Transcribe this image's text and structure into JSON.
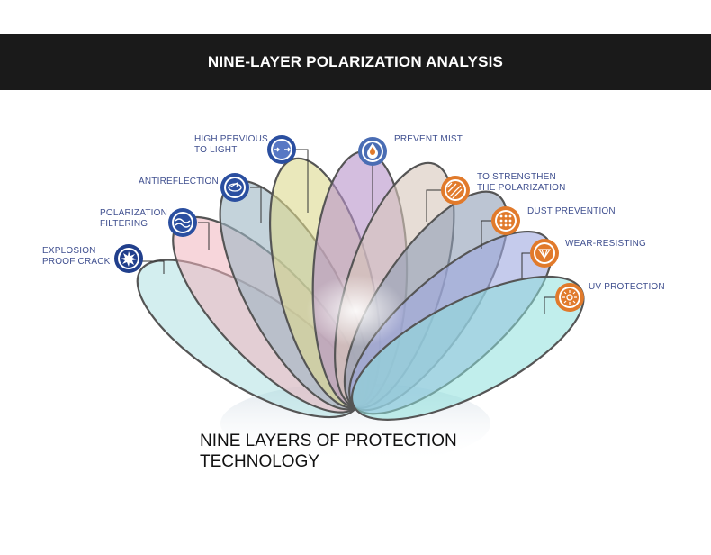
{
  "header": {
    "title": "NINE-LAYER POLARIZATION ANALYSIS"
  },
  "colors": {
    "banner": "#1a1a1a",
    "blue_icon": "#2b4fa0",
    "orange_icon": "#e17a2b",
    "label_text": "#3f4f8f"
  },
  "features_left": [
    {
      "label": "HIGH PERVIOUS\nTO LIGHT",
      "icon": "arrows-icon"
    },
    {
      "label": "ANTIREFLECTION",
      "icon": "reflect-icon"
    },
    {
      "label": "POLARIZATION\nFILTERING",
      "icon": "wave-icon"
    },
    {
      "label": "EXPLOSION\nPROOF CRACK",
      "icon": "burst-icon"
    }
  ],
  "features_mid": {
    "label": "PREVENT MIST",
    "icon": "droplet-icon"
  },
  "features_right": [
    {
      "label": "TO STRENGTHEN\nTHE POLARIZATION",
      "icon": "stripes-icon"
    },
    {
      "label": "DUST PREVENTION",
      "icon": "dots-icon"
    },
    {
      "label": "WEAR-RESISTING",
      "icon": "diamond-icon"
    },
    {
      "label": "UV PROTECTION",
      "icon": "sun-icon"
    }
  ],
  "footer": {
    "title": "NINE LAYERS OF PROTECTION\nTECHNOLOGY"
  }
}
